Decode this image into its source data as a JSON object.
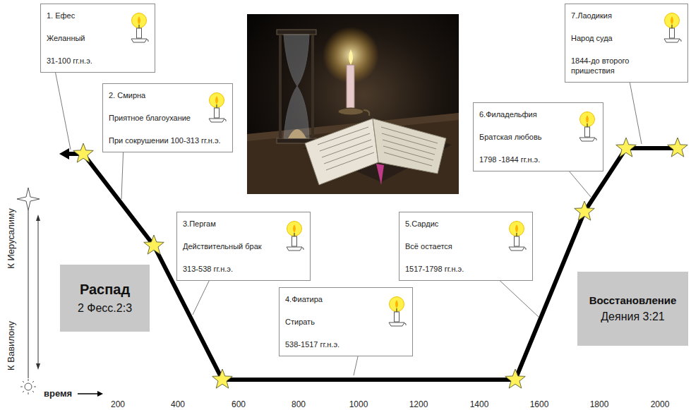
{
  "diagram": {
    "nodes": [
      {
        "text": [
          "1. Ефес",
          "Желанный",
          "31-100 гг.н.э."
        ]
      },
      {
        "text": [
          "2. Смирна",
          "Приятное благоухание",
          "При сокрушении 100-313 гг.н.э."
        ]
      },
      {
        "text": [
          "3.Пергам",
          "Действительный брак",
          "313-538 гг.н.э."
        ]
      },
      {
        "text": [
          "4.Фиатира",
          "Стирать",
          "538-1517 гг.н.э."
        ]
      },
      {
        "text": [
          "5.Сардис",
          "Всё остается",
          "1517-1798 гг.н.э."
        ]
      },
      {
        "text": [
          "6.Филадельфия",
          "Братская любовь",
          "1798 -1844 гг.н.э."
        ]
      },
      {
        "text": [
          "7.Лаодикия",
          "Народ суда",
          "1844-до второго пришествия"
        ]
      },
      {
        "text": [
          "Распад",
          "2 Фесс.2:3"
        ]
      },
      {
        "text": [
          "Восстановление",
          "Деяния 3:21"
        ]
      }
    ],
    "labels": [
      "К Иерусалиму",
      "К Вавилону",
      "время",
      "200",
      "400",
      "600",
      "800",
      "1000",
      "1200",
      "1400",
      "1600",
      "1800",
      "2000"
    ]
  }
}
